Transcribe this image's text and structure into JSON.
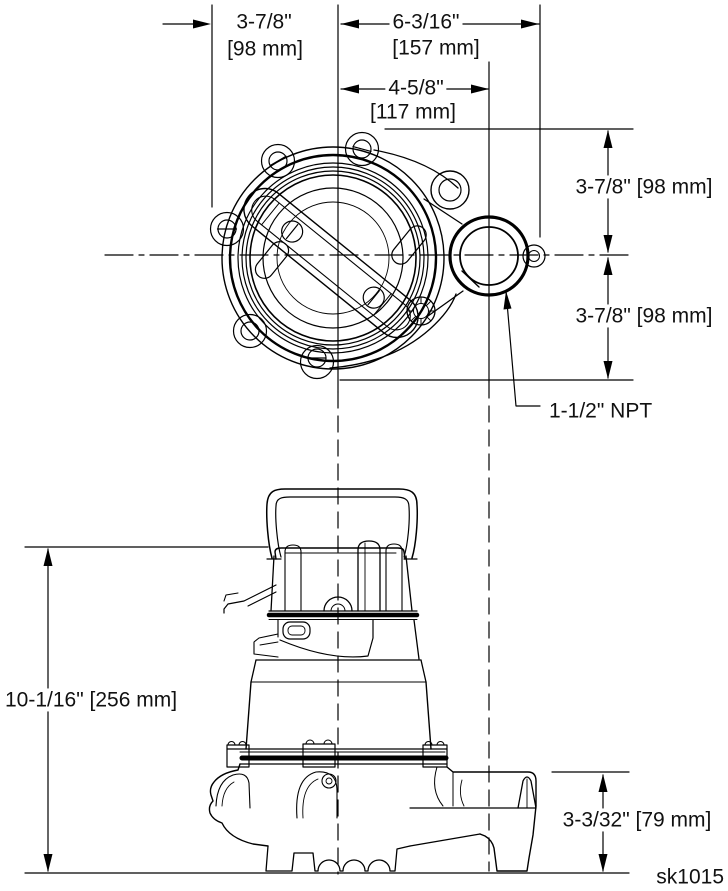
{
  "page": {
    "background": "#ffffff",
    "line_color": "#000000"
  },
  "dimensions": {
    "top_left": {
      "inches": "3-7/8\"",
      "metric": "[98 mm]"
    },
    "top_right": {
      "inches": "6-3/16\"",
      "metric": "[157 mm]"
    },
    "top_inner": {
      "inches": "4-5/8\"",
      "metric": "[117 mm]"
    },
    "right_upper": "3-7/8\" [98 mm]",
    "right_lower": "3-7/8\" [98 mm]",
    "discharge_port": "1-1/2\" NPT",
    "overall_height": "10-1/16\" [256 mm]",
    "base_height": "3-3/32\" [79 mm]"
  },
  "drawing_code": "sk1015"
}
